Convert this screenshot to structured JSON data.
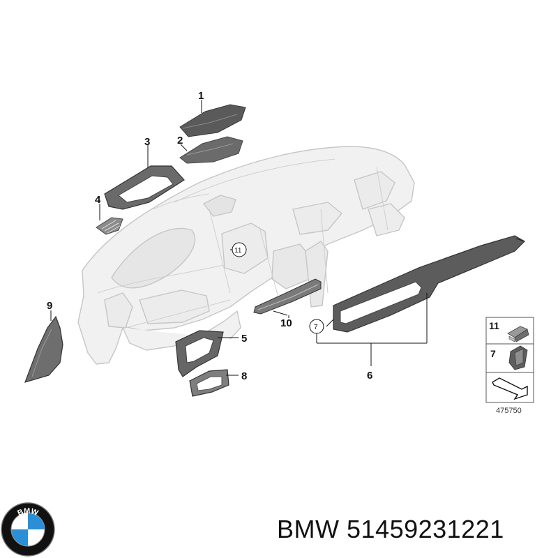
{
  "callouts": {
    "c1": "1",
    "c2": "2",
    "c3": "3",
    "c4": "4",
    "c5": "5",
    "c6": "6",
    "c7": "7",
    "c8": "8",
    "c9": "9",
    "c10": "10",
    "c11": "11"
  },
  "legend": {
    "n11": "11",
    "n7": "7",
    "fig_number": "475750"
  },
  "logo": {
    "letters": "BMW",
    "icon": "bmw-roundel-icon",
    "blue": "#2a8fd6",
    "black": "#111111"
  },
  "caption": {
    "brand": "BMW",
    "part_number": "51459231221"
  },
  "colors": {
    "dash_fill": "#f2f2f2",
    "dash_stroke": "#c9c9c9",
    "part_dark": "#5e5e5e",
    "part_mid": "#8a8a8a"
  }
}
